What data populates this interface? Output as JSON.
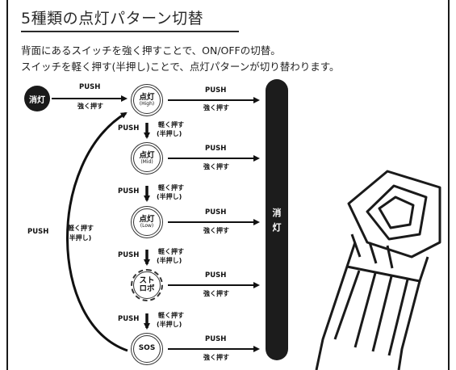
{
  "title": "5種類の点灯パターン切替",
  "description": {
    "line1": "背面にあるスイッチを強く押すことで、ON/OFFの切替。",
    "line2": "スイッチを軽く押す(半押し)ことで、点灯パターンが切り替わります。"
  },
  "off_node": {
    "label": "消灯"
  },
  "bar": {
    "label_line1": "消",
    "label_line2": "灯"
  },
  "labels": {
    "push": "PUSH",
    "strong_press": "強く押す",
    "light_press": "軽く押す",
    "half_press": "(半押し)"
  },
  "modes": [
    {
      "name": "点灯",
      "sub": "(High)"
    },
    {
      "name": "点灯",
      "sub": "(Mid)"
    },
    {
      "name": "点灯",
      "sub": "(Low)"
    },
    {
      "name": "スト",
      "sub": "ロボ"
    },
    {
      "name": "SOS",
      "sub": ""
    }
  ],
  "colors": {
    "dark": "#1c1c1c",
    "line": "#1a1a1a"
  }
}
